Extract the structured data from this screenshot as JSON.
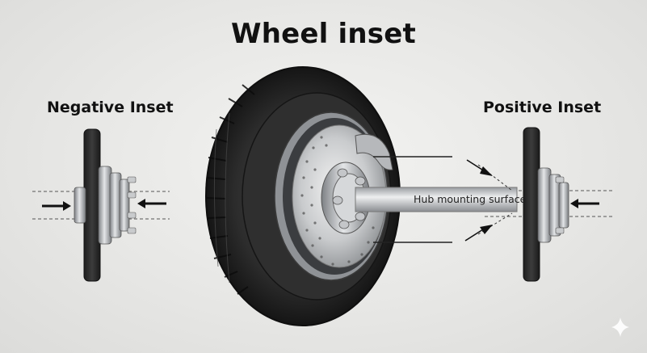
{
  "title": "Wheel inset",
  "labels": {
    "negative": "Negative Inset",
    "positive": "Positive Inset",
    "hub_surface": "Hub mounting surface"
  },
  "icons": {
    "corner": "sparkle-icon"
  },
  "colors": {
    "background": "#e9e9e7",
    "tire": "#262626",
    "metal": "#b9bcbf",
    "text": "#111111"
  }
}
